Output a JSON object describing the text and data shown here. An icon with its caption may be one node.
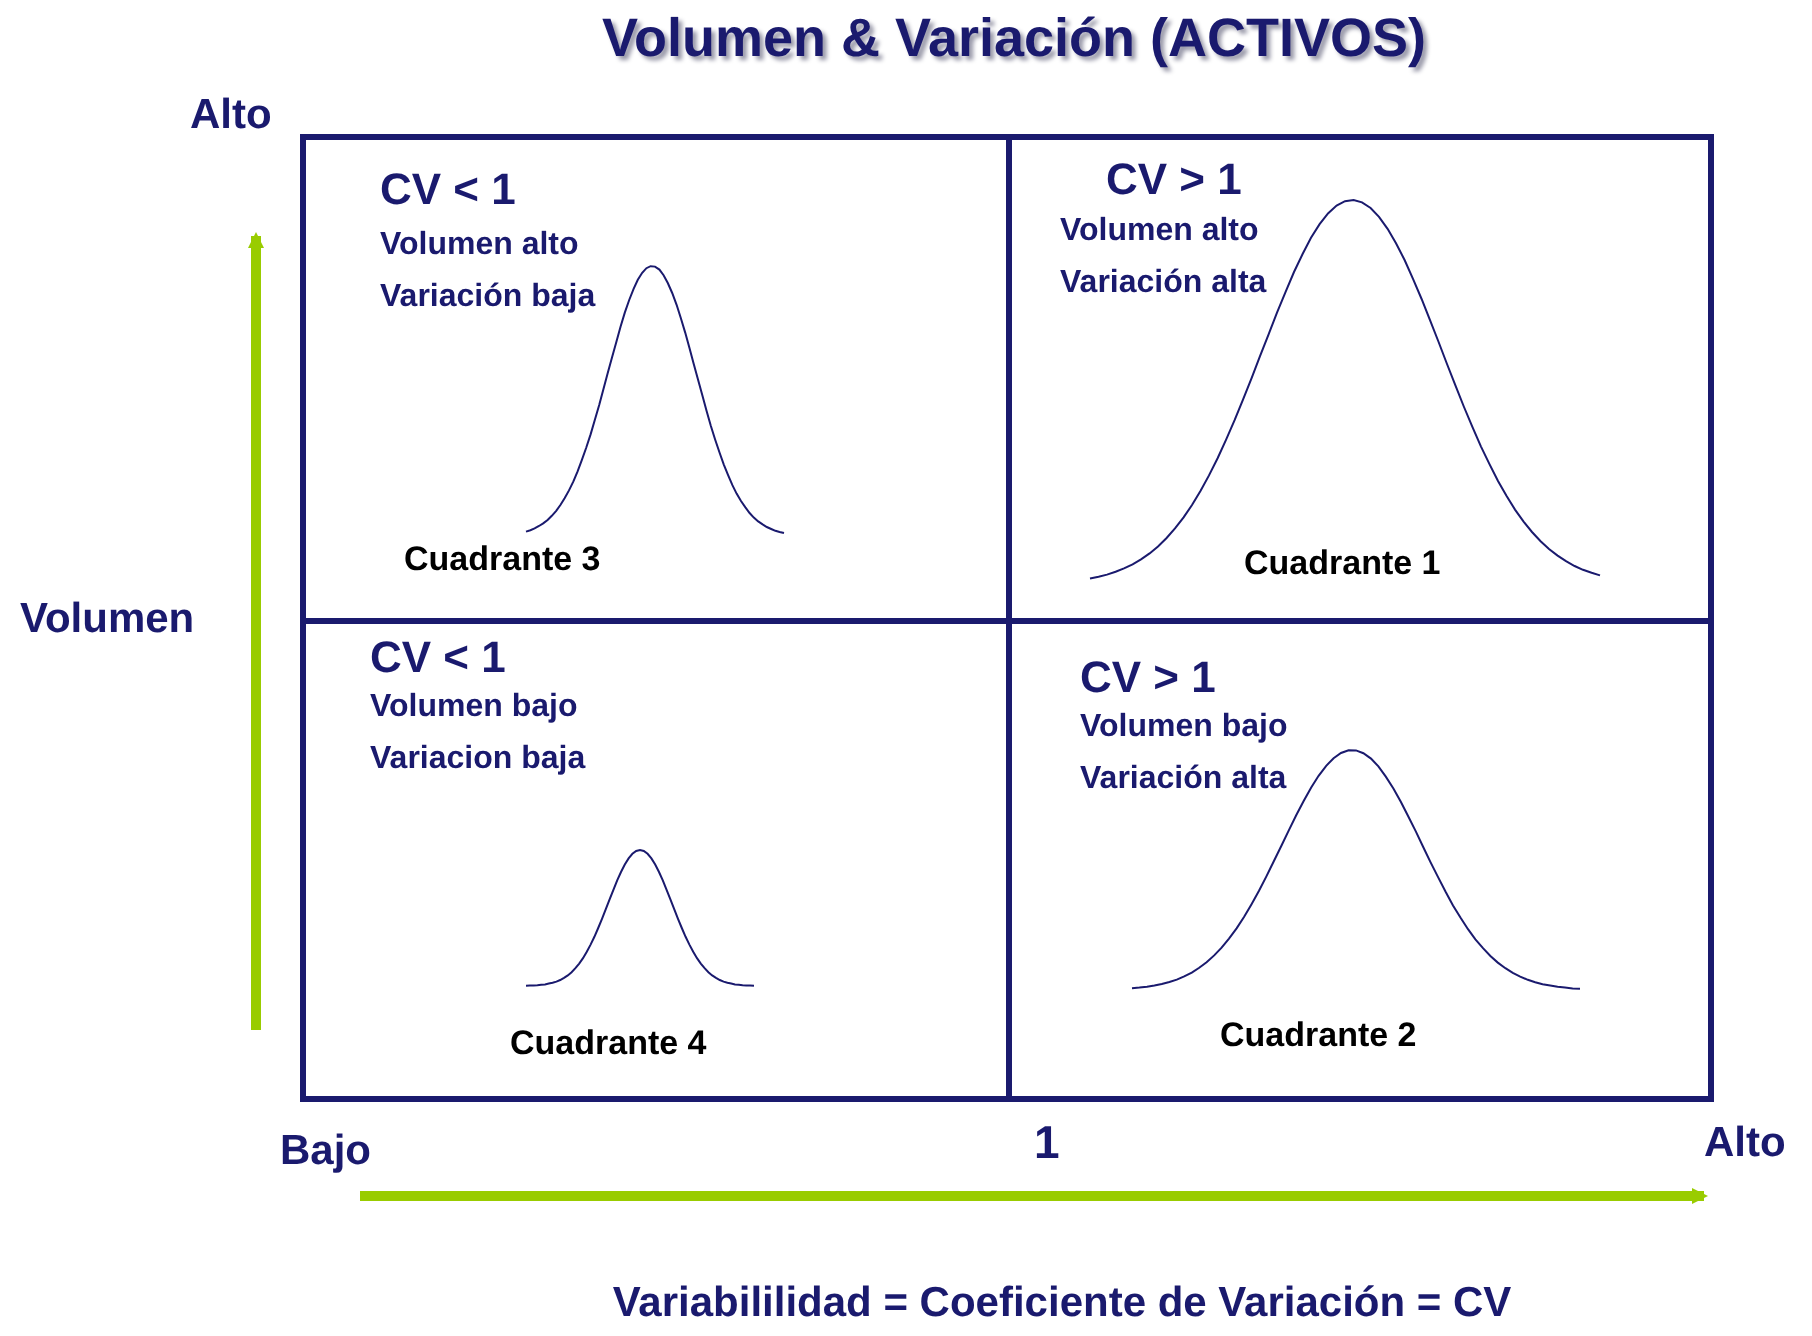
{
  "diagram": {
    "title": "Volumen & Variación (ACTIVOS)",
    "nodes": [
      {
        "text": [
          "CV < 1",
          "Volumen alto",
          "Variación baja",
          "Cuadrante 3"
        ]
      },
      {
        "text": [
          "CV > 1",
          "Volumen alto",
          "Variación alta",
          "Cuadrante 1"
        ]
      },
      {
        "text": [
          "CV < 1",
          "Volumen bajo",
          "Variacion baja",
          "Cuadrante 4"
        ]
      },
      {
        "text": [
          "CV > 1",
          "Volumen bajo",
          "Variación alta",
          "Cuadrante 2"
        ]
      }
    ],
    "edges": [],
    "labels": [
      "Alto",
      "Volumen",
      "Bajo",
      "1",
      "Alto"
    ],
    "caption": "Variabililidad = Coeficiente de Variación = CV"
  }
}
